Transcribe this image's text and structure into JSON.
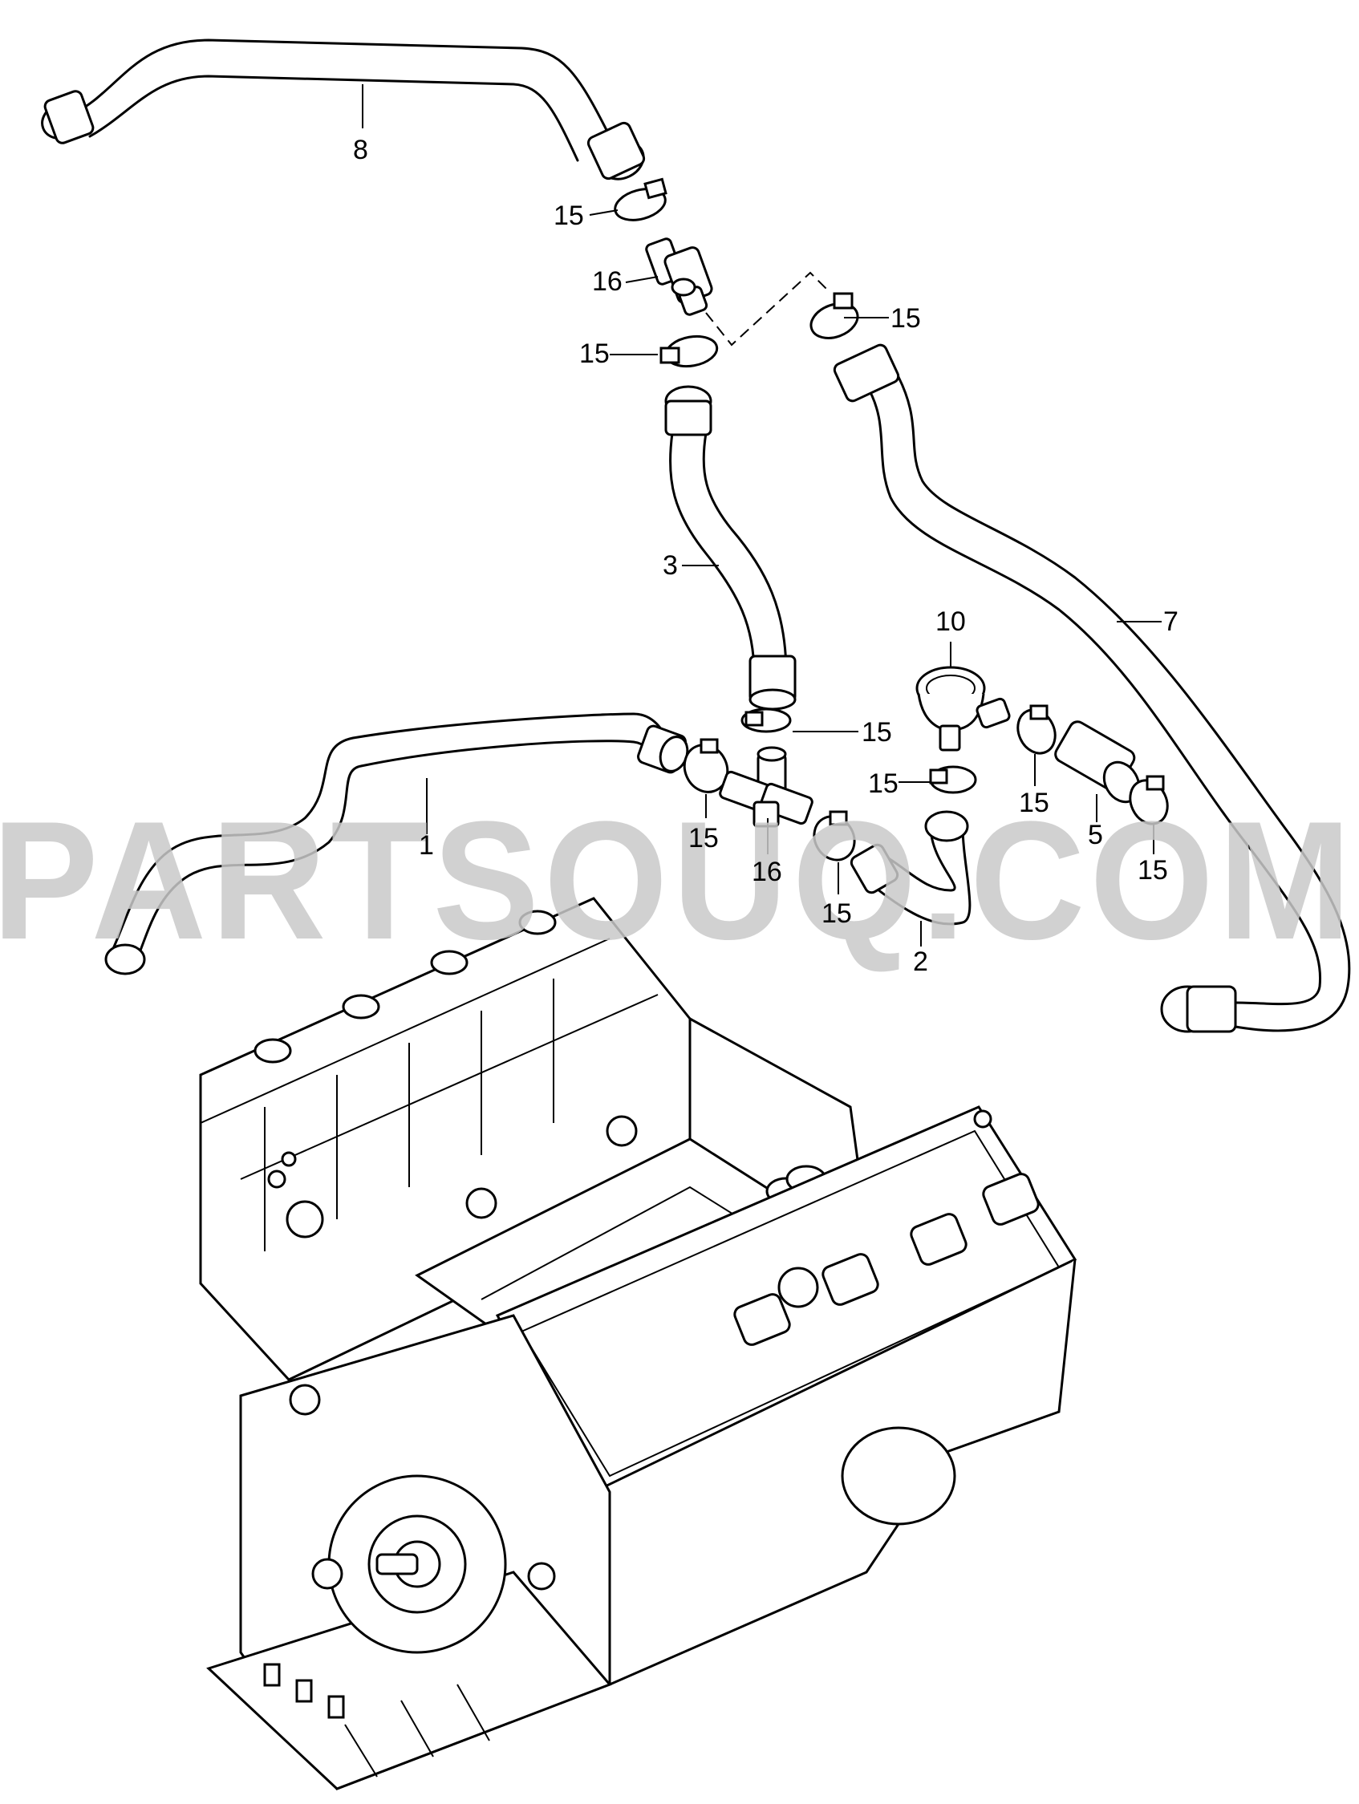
{
  "watermark": "PARTSOUQ.COM",
  "callouts": {
    "p1": "1",
    "p2": "2",
    "p3": "3",
    "p5": "5",
    "p7": "7",
    "p8": "8",
    "p10": "10",
    "p15a": "15",
    "p15b": "15",
    "p15c": "15",
    "p15d": "15",
    "p15e": "15",
    "p15f": "15",
    "p15g": "15",
    "p15h": "15",
    "p15i": "15",
    "p16a": "16",
    "p16b": "16"
  }
}
